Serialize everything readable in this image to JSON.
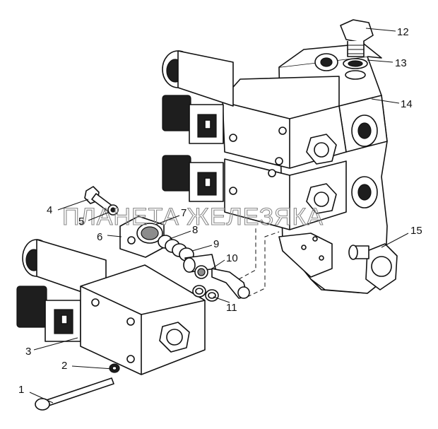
{
  "diagram": {
    "watermark": "ПЛАНЕТА ЖЕЛЕЗЯКА",
    "callouts": [
      {
        "id": "1",
        "text": "1"
      },
      {
        "id": "2",
        "text": "2"
      },
      {
        "id": "3",
        "text": "3"
      },
      {
        "id": "4",
        "text": "4"
      },
      {
        "id": "5",
        "text": "5"
      },
      {
        "id": "6",
        "text": "6"
      },
      {
        "id": "7",
        "text": "7"
      },
      {
        "id": "8",
        "text": "8"
      },
      {
        "id": "9",
        "text": "9"
      },
      {
        "id": "10",
        "text": "10"
      },
      {
        "id": "11",
        "text": "11"
      },
      {
        "id": "12",
        "text": "12"
      },
      {
        "id": "13",
        "text": "13"
      },
      {
        "id": "14",
        "text": "14"
      },
      {
        "id": "15",
        "text": "15"
      }
    ]
  },
  "colors": {
    "line": "#111111",
    "body_fill": "#ffffff",
    "connector_fill": "#1e1e1e",
    "watermark": "#8a8a8a"
  }
}
